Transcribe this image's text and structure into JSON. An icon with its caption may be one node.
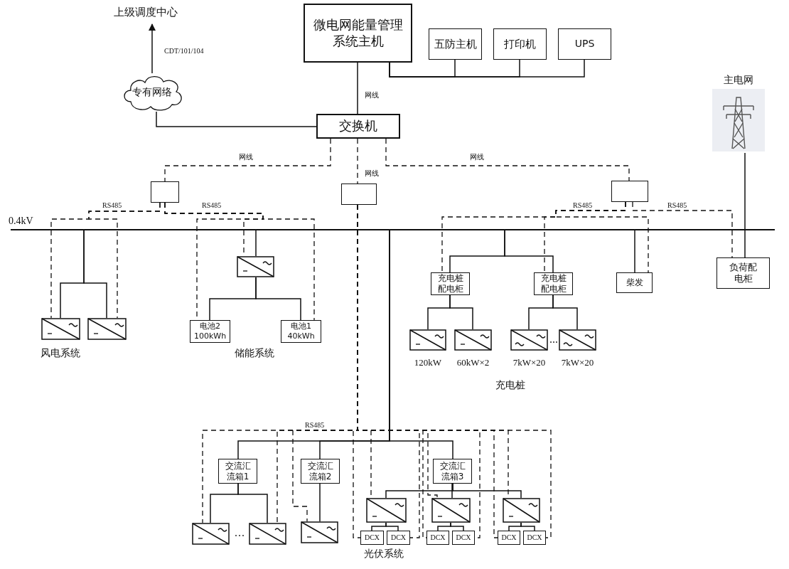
{
  "diagram": {
    "nodes": [
      {
        "text": [
          "上级调度中心"
        ]
      },
      {
        "text": [
          "专有网络"
        ]
      },
      {
        "text": [
          "微电网能量管理系统主机"
        ]
      },
      {
        "text": [
          "五防主机"
        ]
      },
      {
        "text": [
          "打印机"
        ]
      },
      {
        "text": [
          "UPS"
        ]
      },
      {
        "text": [
          "交换机"
        ]
      },
      {
        "text": [],
        "shape": "box"
      },
      {
        "text": [],
        "shape": "box"
      },
      {
        "text": [],
        "shape": "box"
      },
      {
        "text": [
          "主电网"
        ]
      },
      {
        "text": [],
        "shape": "bar",
        "beside": [
          "0.4kV"
        ]
      },
      {
        "text": [],
        "shape": "box"
      },
      {
        "text": [],
        "shape": "box"
      },
      {
        "text": [],
        "shape": "box"
      },
      {
        "text": [
          "电池2 100kWh"
        ]
      },
      {
        "text": [
          "电池1 40kWh"
        ]
      },
      {
        "text": [
          "充电桩配电柜"
        ]
      },
      {
        "text": [
          "充电桩配电柜"
        ]
      },
      {
        "text": [
          "柴发"
        ]
      },
      {
        "text": [
          "负荷配电柜"
        ]
      },
      {
        "text": [],
        "shape": "box",
        "beside": [
          "120kW"
        ]
      },
      {
        "text": [],
        "shape": "box",
        "beside": [
          "60kW×2"
        ]
      },
      {
        "text": [],
        "shape": "box",
        "beside": [
          "7kW×20"
        ]
      },
      {
        "text": [],
        "shape": "box",
        "beside": [
          "7kW×20"
        ]
      },
      {
        "text": [
          "交流汇流箱1"
        ]
      },
      {
        "text": [
          "交流汇流箱2"
        ]
      },
      {
        "text": [
          "交流汇流箱3"
        ]
      },
      {
        "text": [],
        "shape": "box"
      },
      {
        "text": [],
        "shape": "box"
      },
      {
        "text": [],
        "shape": "box"
      },
      {
        "text": [],
        "shape": "box"
      },
      {
        "text": [
          "DCX"
        ]
      },
      {
        "text": [
          "DCX"
        ]
      },
      {
        "text": [],
        "shape": "box"
      },
      {
        "text": [
          "DCX"
        ]
      },
      {
        "text": [
          "DCX"
        ]
      },
      {
        "text": [],
        "shape": "box"
      },
      {
        "text": [
          "DCX"
        ]
      },
      {
        "text": [
          "DCX"
        ]
      }
    ],
    "edges": [
      {
        "from": 1,
        "to": 0,
        "arrow": "to",
        "label": "CDT/101/104"
      },
      {
        "from": 6,
        "to": 1,
        "arrow": "none"
      },
      {
        "from": 2,
        "to": 6,
        "arrow": "none",
        "label": "网线"
      },
      {
        "from": 2,
        "to": 3,
        "arrow": "none"
      },
      {
        "from": 2,
        "to": 4,
        "arrow": "none"
      },
      {
        "from": 2,
        "to": 5,
        "arrow": "none"
      },
      {
        "from": 6,
        "to": 7,
        "arrow": "none",
        "style": "dashed",
        "label": "网线"
      },
      {
        "from": 6,
        "to": 8,
        "arrow": "none",
        "style": "dashed",
        "label": "网线"
      },
      {
        "from": 6,
        "to": 9,
        "arrow": "none",
        "style": "dashed",
        "label": "网线"
      },
      {
        "from": 10,
        "to": 11,
        "arrow": "none"
      },
      {
        "from": 11,
        "to": 20,
        "arrow": "none"
      },
      {
        "from": 11,
        "to": 12,
        "arrow": "none"
      },
      {
        "from": 11,
        "to": 13,
        "arrow": "none"
      },
      {
        "from": 11,
        "to": 14,
        "arrow": "none"
      },
      {
        "from": 14,
        "to": 15,
        "arrow": "none"
      },
      {
        "from": 14,
        "to": 16,
        "arrow": "none"
      },
      {
        "from": 11,
        "to": 17,
        "arrow": "none"
      },
      {
        "from": 11,
        "to": 18,
        "arrow": "none"
      },
      {
        "from": 11,
        "to": 19,
        "arrow": "none"
      },
      {
        "from": 17,
        "to": 21,
        "arrow": "none"
      },
      {
        "from": 17,
        "to": 22,
        "arrow": "none"
      },
      {
        "from": 18,
        "to": 23,
        "arrow": "none"
      },
      {
        "from": 18,
        "to": 24,
        "arrow": "none"
      },
      {
        "from": 11,
        "to": 25,
        "arrow": "none"
      },
      {
        "from": 11,
        "to": 26,
        "arrow": "none"
      },
      {
        "from": 11,
        "to": 27,
        "arrow": "none"
      },
      {
        "from": 25,
        "to": 28,
        "arrow": "none"
      },
      {
        "from": 25,
        "to": 29,
        "arrow": "none"
      },
      {
        "from": 26,
        "to": 30,
        "arrow": "none"
      },
      {
        "from": 27,
        "to": 31,
        "arrow": "none"
      },
      {
        "from": 27,
        "to": 34,
        "arrow": "none"
      },
      {
        "from": 27,
        "to": 37,
        "arrow": "none"
      },
      {
        "from": 31,
        "to": 32,
        "arrow": "none"
      },
      {
        "from": 31,
        "to": 33,
        "arrow": "none"
      },
      {
        "from": 34,
        "to": 35,
        "arrow": "none"
      },
      {
        "from": 34,
        "to": 36,
        "arrow": "none"
      },
      {
        "from": 37,
        "to": 38,
        "arrow": "none"
      },
      {
        "from": 37,
        "to": 39,
        "arrow": "none"
      },
      {
        "from": 7,
        "to": 12,
        "arrow": "none",
        "style": "dashed",
        "label": "RS485"
      },
      {
        "from": 7,
        "to": 13,
        "arrow": "none",
        "style": "dashed"
      },
      {
        "from": 7,
        "to": 14,
        "arrow": "none",
        "style": "dashed",
        "label": "RS485"
      },
      {
        "from": 7,
        "to": 15,
        "arrow": "none",
        "style": "dashed"
      },
      {
        "from": 7,
        "to": 16,
        "arrow": "none",
        "style": "dashed"
      },
      {
        "from": 9,
        "to": 17,
        "arrow": "none",
        "style": "dashed",
        "label": "RS485"
      },
      {
        "from": 9,
        "to": 18,
        "arrow": "none",
        "style": "dashed"
      },
      {
        "from": 9,
        "to": 19,
        "arrow": "none",
        "style": "dashed"
      },
      {
        "from": 9,
        "to": 20,
        "arrow": "none",
        "style": "dashed",
        "label": "RS485"
      },
      {
        "from": 8,
        "to": 28,
        "arrow": "none",
        "style": "dashed",
        "label": "RS485"
      },
      {
        "from": 8,
        "to": 29,
        "arrow": "none",
        "style": "dashed"
      },
      {
        "from": 8,
        "to": 30,
        "arrow": "none",
        "style": "dashed"
      },
      {
        "from": 8,
        "to": 32,
        "arrow": "none",
        "style": "dashed"
      },
      {
        "from": 8,
        "to": 33,
        "arrow": "none",
        "style": "dashed"
      },
      {
        "from": 8,
        "to": 31,
        "arrow": "none",
        "style": "dashed"
      },
      {
        "from": 8,
        "to": 34,
        "arrow": "none",
        "style": "dashed"
      },
      {
        "from": 8,
        "to": 35,
        "arrow": "none",
        "style": "dashed"
      },
      {
        "from": 8,
        "to": 36,
        "arrow": "none",
        "style": "dashed"
      },
      {
        "from": 8,
        "to": 37,
        "arrow": "none",
        "style": "dashed"
      },
      {
        "from": 8,
        "to": 38,
        "arrow": "none",
        "style": "dashed"
      },
      {
        "from": 8,
        "to": 39,
        "arrow": "none",
        "style": "dashed"
      }
    ],
    "labels": [
      "风电系统",
      "储能系统",
      "充电桩",
      "光伏系统"
    ]
  }
}
